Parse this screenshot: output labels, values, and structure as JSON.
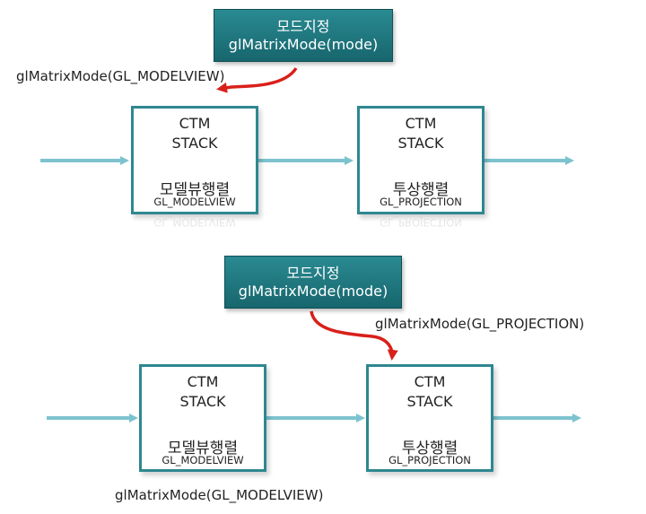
{
  "top": {
    "mode_box": {
      "line1": "모드지정",
      "line2": "glMatrixMode(mode)"
    },
    "call_label": "glMatrixMode(GL_MODELVIEW)",
    "stack_left": {
      "ctm": "CTM",
      "stack": "STACK",
      "kname": "모델뷰행렬",
      "ename": "GL_MODELVIEW"
    },
    "stack_right": {
      "ctm": "CTM",
      "stack": "STACK",
      "kname": "투상행렬",
      "ename": "GL_PROJECTION"
    }
  },
  "bottom": {
    "mode_box": {
      "line1": "모드지정",
      "line2": "glMatrixMode(mode)"
    },
    "call_label": "glMatrixMode(GL_PROJECTION)",
    "stack_left": {
      "ctm": "CTM",
      "stack": "STACK",
      "kname": "모델뷰행렬",
      "ename": "GL_MODELVIEW"
    },
    "stack_right": {
      "ctm": "CTM",
      "stack": "STACK",
      "kname": "투상행렬",
      "ename": "GL_PROJECTION"
    },
    "footer_label": "glMatrixMode(GL_MODELVIEW)"
  },
  "colors": {
    "box_border": "#2e8790",
    "arrow": "#7cc3cf",
    "mode_fill": "#1f7880",
    "pointer": "#d9201a"
  }
}
